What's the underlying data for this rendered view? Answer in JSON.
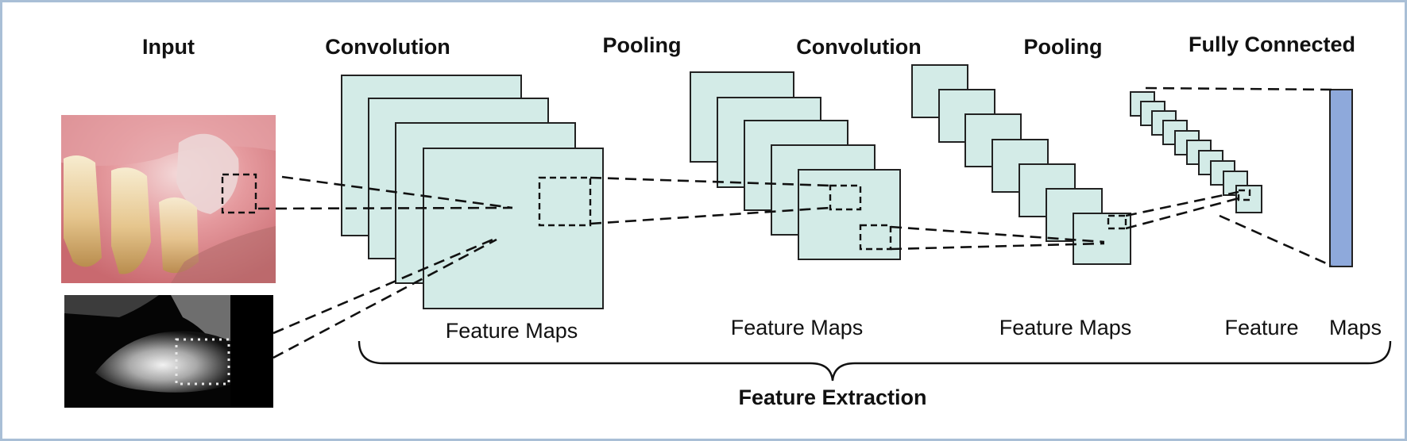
{
  "stages": {
    "input": "Input",
    "conv1": "Convolution",
    "pool1": "Pooling",
    "conv2": "Convolution",
    "pool2": "Pooling",
    "fc": "Fully Connected"
  },
  "feature_maps": {
    "fm1": "Feature Maps",
    "fm2": "Feature Maps",
    "fm3": "Feature Maps",
    "fm4_word1": "Feature",
    "fm4_word2": "Maps"
  },
  "feature_extraction": "Feature Extraction",
  "colors": {
    "feature_map_fill": "#d3ebe7",
    "fully_connected_fill": "#8ea9db",
    "frame_border": "#a9bfd6"
  },
  "icons": {
    "oral_photo": "clinical-photo-icon",
    "xray": "radiograph-icon"
  }
}
